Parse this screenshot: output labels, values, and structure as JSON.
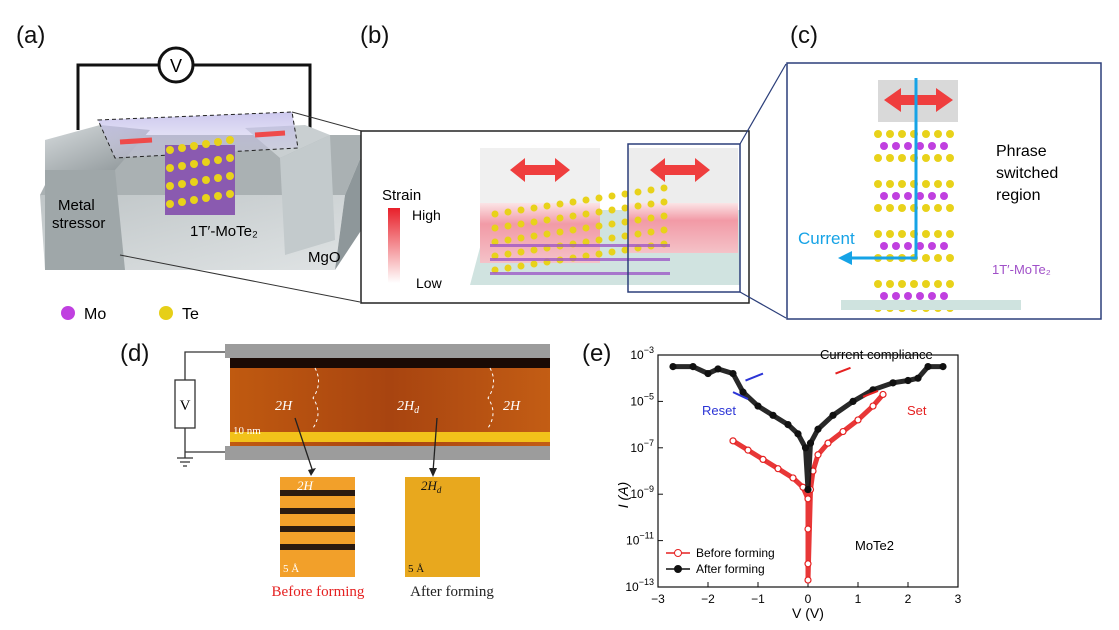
{
  "panels": {
    "a": {
      "letter": "(a)",
      "voltmeter": "V",
      "stressor_label_1": "Metal",
      "stressor_label_2": "stressor",
      "material_label": "1T′-MoTe₂",
      "substrate_label": "MgO"
    },
    "b": {
      "letter": "(b)",
      "strain_title": "Strain",
      "strain_high": "High",
      "strain_low": "Low"
    },
    "c": {
      "letter": "(c)",
      "region_label_1": "Phrase",
      "region_label_2": "switched",
      "region_label_3": "region",
      "current_label": "Current",
      "material_label": "1T′-MoTe₂"
    },
    "legend": {
      "mo_label": "Mo",
      "te_label": "Te",
      "mo_color": "#c040e0",
      "te_color": "#e6cf18"
    },
    "d": {
      "letter": "(d)",
      "voltage_label": "V",
      "phase_left": "2H",
      "phase_mid": "2H",
      "phase_mid_sub": "d",
      "phase_right": "2H",
      "scale_main": "10 nm",
      "inset_left_phase": "2H",
      "inset_right_phase": "2H",
      "inset_right_sub": "d",
      "scale_inset": "5 Å",
      "caption_left": "Before forming",
      "caption_right": "After forming"
    },
    "e": {
      "letter": "(e)"
    }
  },
  "chart_data": {
    "type": "scatter",
    "xlabel": "V (V)",
    "ylabel": "I (A)",
    "xlim": [
      -3,
      3
    ],
    "ylim_log10": [
      -13,
      -3
    ],
    "log_scale_y": true,
    "x_ticks": [
      "-3",
      "-2",
      "-1",
      "0",
      "1",
      "2",
      "3"
    ],
    "y_ticks": [
      "10^-13",
      "10^-11",
      "10^-9",
      "10^-7",
      "10^-5",
      "10^-3"
    ],
    "annotations": {
      "compliance": "Current compliance",
      "reset": "Reset",
      "set": "Set",
      "material": "MoTe2"
    },
    "series": [
      {
        "name": "Before forming",
        "color": "#e52121",
        "points": [
          [
            -1.5,
            -6.7
          ],
          [
            -1.2,
            -7.1
          ],
          [
            -0.9,
            -7.5
          ],
          [
            -0.6,
            -7.9
          ],
          [
            -0.3,
            -8.3
          ],
          [
            -0.1,
            -8.7
          ],
          [
            0,
            -9.2
          ],
          [
            0,
            -10.5
          ],
          [
            0,
            -12.0
          ],
          [
            0,
            -12.7
          ],
          [
            0.05,
            -8.8
          ],
          [
            0.1,
            -8.0
          ],
          [
            0.2,
            -7.3
          ],
          [
            0.4,
            -6.8
          ],
          [
            0.7,
            -6.3
          ],
          [
            1.0,
            -5.8
          ],
          [
            1.3,
            -5.2
          ],
          [
            1.5,
            -4.7
          ]
        ]
      },
      {
        "name": "After forming",
        "color": "#111111",
        "points": [
          [
            -2.7,
            -3.5
          ],
          [
            -2.3,
            -3.5
          ],
          [
            -2.0,
            -3.8
          ],
          [
            -1.8,
            -3.6
          ],
          [
            -1.5,
            -3.8
          ],
          [
            -1.3,
            -4.6
          ],
          [
            -1.0,
            -5.2
          ],
          [
            -0.7,
            -5.6
          ],
          [
            -0.4,
            -6.0
          ],
          [
            -0.2,
            -6.4
          ],
          [
            -0.05,
            -7.0
          ],
          [
            0,
            -8.8
          ],
          [
            0.05,
            -6.8
          ],
          [
            0.2,
            -6.2
          ],
          [
            0.5,
            -5.6
          ],
          [
            0.9,
            -5.0
          ],
          [
            1.3,
            -4.5
          ],
          [
            1.7,
            -4.2
          ],
          [
            2.0,
            -4.1
          ],
          [
            2.2,
            -4.0
          ],
          [
            2.4,
            -3.5
          ],
          [
            2.7,
            -3.5
          ]
        ]
      }
    ]
  }
}
